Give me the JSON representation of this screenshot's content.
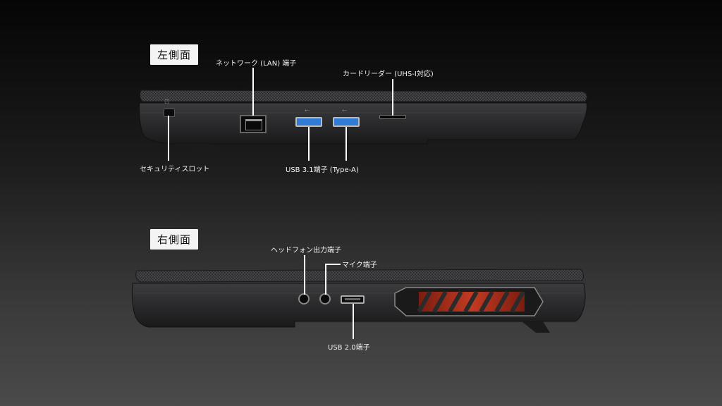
{
  "left_side": {
    "heading": "左側面",
    "labels": {
      "lan": "ネットワーク (LAN) 端子",
      "card_reader": "カードリーダー (UHS-I対応)",
      "security": "セキュリティスロット",
      "usb31": "USB 3.1端子 (Type-A)"
    }
  },
  "right_side": {
    "heading": "右側面",
    "labels": {
      "headphone": "ヘッドフォン出力端子",
      "mic": "マイク端子",
      "usb20": "USB 2.0端子"
    }
  },
  "colors": {
    "background_top": "#050505",
    "background_bottom": "#4a4a4a",
    "label_bg": "#f4f4f4",
    "usb3_blue": "#2f7bd6",
    "vent_red": "#b8301c"
  }
}
